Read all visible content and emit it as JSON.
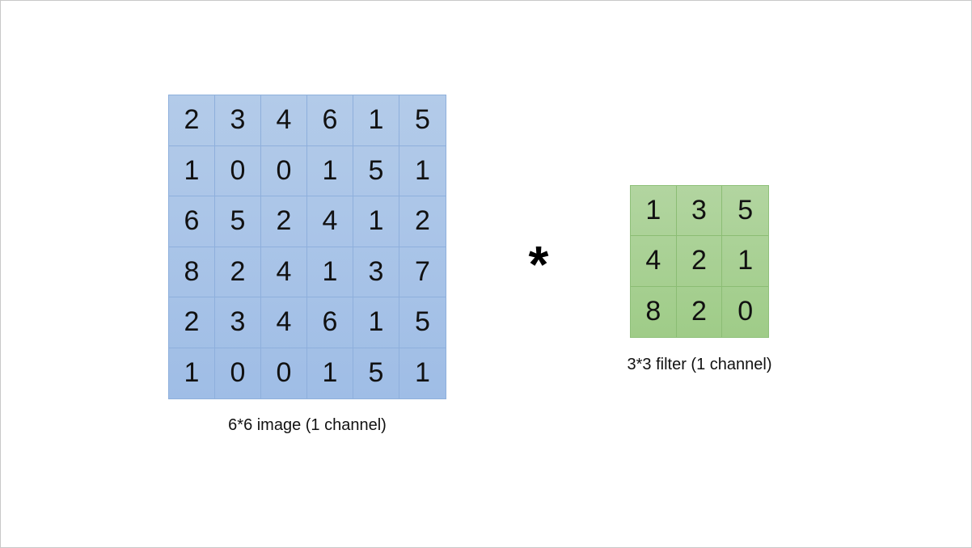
{
  "image_matrix": {
    "caption": "6*6 image (1 channel)",
    "rows": [
      [
        "2",
        "3",
        "4",
        "6",
        "1",
        "5"
      ],
      [
        "1",
        "0",
        "0",
        "1",
        "5",
        "1"
      ],
      [
        "6",
        "5",
        "2",
        "4",
        "1",
        "2"
      ],
      [
        "8",
        "2",
        "4",
        "1",
        "3",
        "7"
      ],
      [
        "2",
        "3",
        "4",
        "6",
        "1",
        "5"
      ],
      [
        "1",
        "0",
        "0",
        "1",
        "5",
        "1"
      ]
    ],
    "color": "#a9c4e8"
  },
  "operator": "*",
  "filter_matrix": {
    "caption": "3*3 filter (1 channel)",
    "rows": [
      [
        "1",
        "3",
        "5"
      ],
      [
        "4",
        "2",
        "1"
      ],
      [
        "8",
        "2",
        "0"
      ]
    ],
    "color": "#a9d294"
  }
}
